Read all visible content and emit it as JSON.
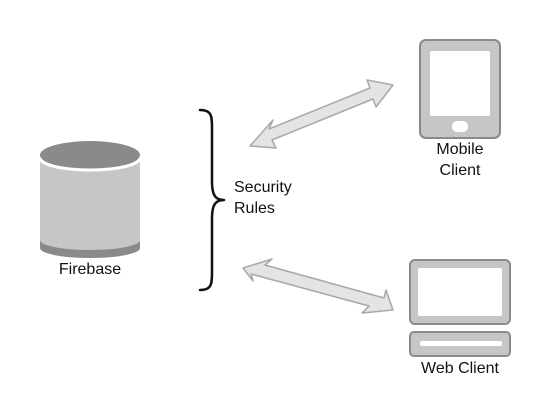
{
  "nodes": {
    "firebase": {
      "label": "Firebase",
      "icon": "database-icon"
    },
    "security_rules": {
      "line1": "Security",
      "line2": "Rules",
      "icon": "curly-brace-icon"
    },
    "mobile_client": {
      "line1": "Mobile",
      "line2": "Client",
      "icon": "smartphone-icon"
    },
    "web_client": {
      "label": "Web Client",
      "icon": "desktop-computer-icon"
    }
  },
  "edges": [
    {
      "from": "security_rules",
      "to": "mobile_client",
      "style": "double-arrow"
    },
    {
      "from": "security_rules",
      "to": "web_client",
      "style": "double-arrow"
    }
  ],
  "colors": {
    "icon_fill": "#c6c6c6",
    "icon_dark": "#8a8a8a",
    "icon_outline": "#8a8a8a",
    "arrow_fill": "#e4e4e4",
    "arrow_stroke": "#a8a8a8",
    "brace_stroke": "#111111",
    "text": "#111111"
  }
}
